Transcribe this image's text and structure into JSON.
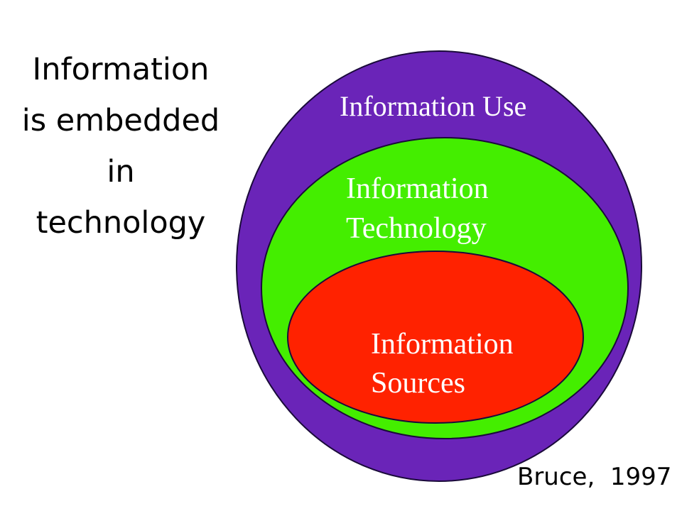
{
  "slide": {
    "title_lines": [
      "Information",
      "is embedded",
      "in",
      "technology"
    ],
    "citation": "Bruce,  1997"
  },
  "diagram": {
    "outer": {
      "label": "Information Use",
      "color": "#6a24b8"
    },
    "middle": {
      "label_lines": [
        "Information",
        "Technology"
      ],
      "color": "#44ee00"
    },
    "inner": {
      "label_lines": [
        "Information",
        "Sources"
      ],
      "color": "#ff2200"
    },
    "outline_color": "#1a0a3a"
  }
}
